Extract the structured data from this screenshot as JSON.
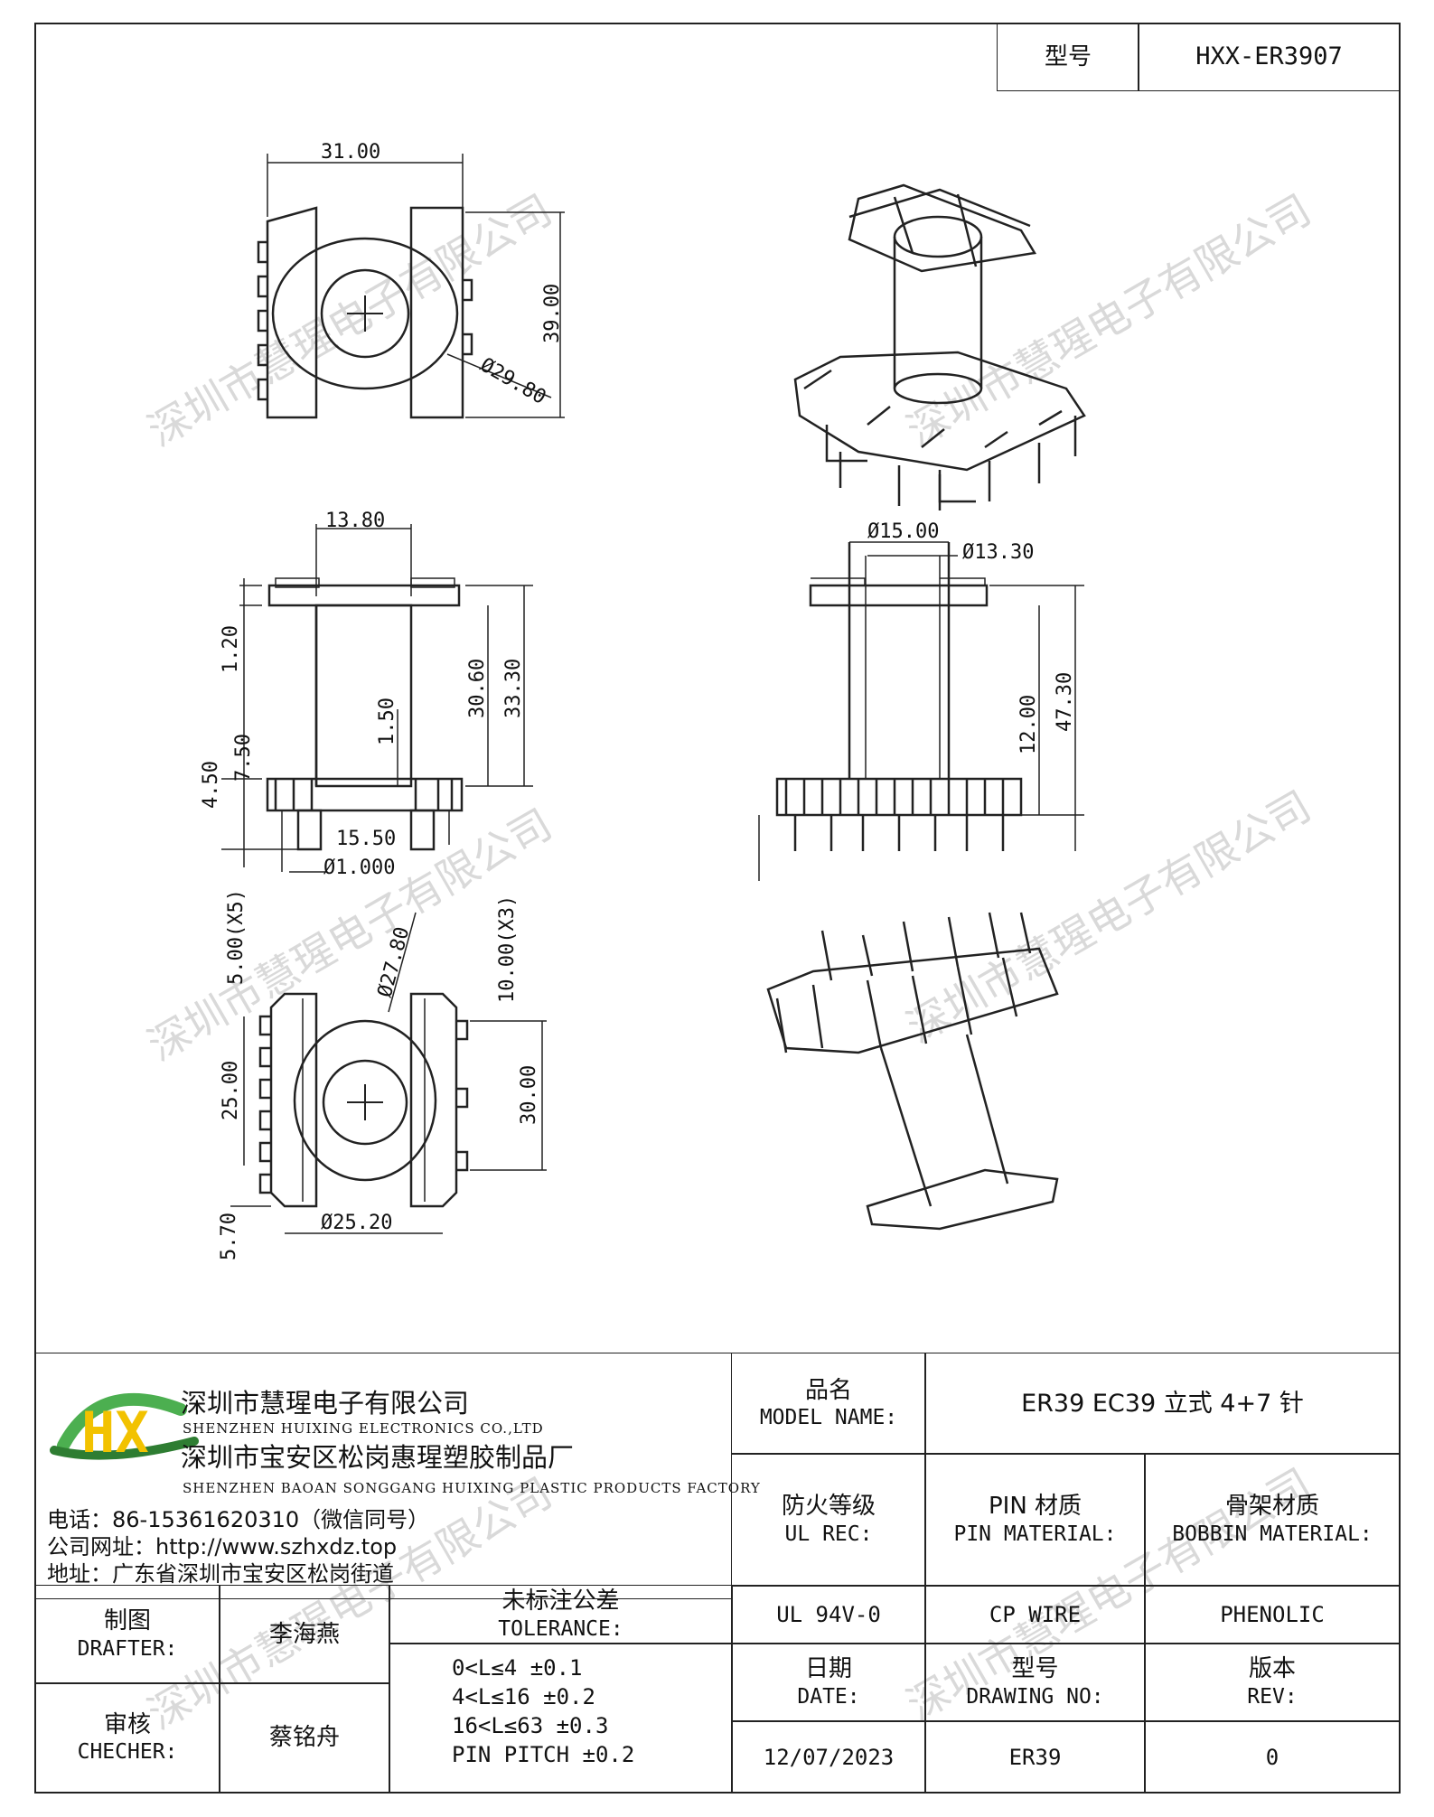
{
  "header": {
    "model_label": "型号",
    "model_value": "HXX-ER3907"
  },
  "dimensions": {
    "top_view": [
      "31.00",
      "39.00",
      "Ø29.80"
    ],
    "front_view": [
      "13.80",
      "1.20",
      "30.60",
      "33.30",
      "1.50",
      "4.50",
      "7.50",
      "15.50",
      "Ø1.000"
    ],
    "side_view": [
      "Ø15.00",
      "Ø13.30",
      "47.30",
      "12.00"
    ],
    "bottom_view": [
      "5.00(X5)",
      "Ø27.80",
      "10.00(X3)",
      "25.00",
      "30.00",
      "Ø25.20",
      "5.70"
    ]
  },
  "company": {
    "logo_letters": "HX",
    "name_cn": "深圳市慧瑆电子有限公司",
    "name_en": "SHENZHEN HUIXING ELECTRONICS CO.,LTD",
    "factory_cn": "深圳市宝安区松岗惠瑆塑胶制品厂",
    "factory_en": "SHENZHEN BAOAN SONGGANG HUIXING PLASTIC PRODUCTS FACTORY",
    "phone": "电话：86-15361620310（微信同号）",
    "website": "公司网址：http://www.szhxdz.top",
    "address": "地址：广东省深圳市宝安区松岗街道"
  },
  "watermark": "深圳市慧瑆电子有限公司",
  "title_block": {
    "model_name_cn": "品名",
    "model_name_en": "MODEL NAME:",
    "model_name_value": "ER39 EC39 立式 4+7 针",
    "ul_cn": "防火等级",
    "ul_en": "UL REC:",
    "pin_cn": "PIN 材质",
    "pin_en": "PIN MATERIAL:",
    "bobbin_cn": "骨架材质",
    "bobbin_en": "BOBBIN MATERIAL:",
    "ul_value": "UL 94V-0",
    "pin_value": "CP WIRE",
    "bobbin_value": "PHENOLIC",
    "date_cn": "日期",
    "date_en": "DATE:",
    "drawing_cn": "型号",
    "drawing_en": "DRAWING NO:",
    "rev_cn": "版本",
    "rev_en": "REV:",
    "date_value": "12/07/2023",
    "drawing_value": "ER39",
    "rev_value": "0",
    "drafter_cn": "制图",
    "drafter_en": "DRAFTER:",
    "drafter_name": "李海燕",
    "checker_cn": "审核",
    "checker_en": "CHECHER:",
    "checker_name": "蔡铭舟",
    "tolerance_cn": "未标注公差",
    "tolerance_en": "TOLERANCE:",
    "tolerance_lines": [
      "0<L≤4  ±0.1",
      "4<L≤16 ±0.2",
      "16<L≤63 ±0.3",
      "PIN PITCH ±0.2"
    ]
  }
}
